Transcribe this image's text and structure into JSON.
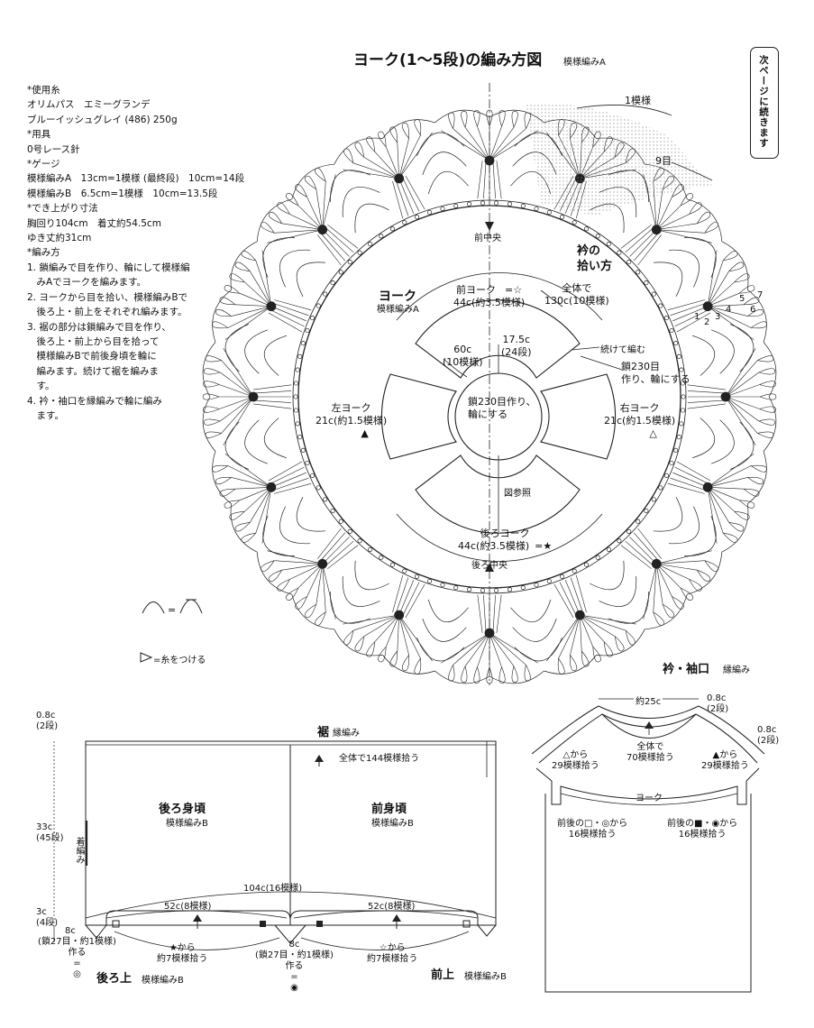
{
  "title": "ヨーク(1〜5段)の編み方図",
  "title_sub": "模様編みA",
  "next_page_note": "次ページに続きます",
  "materials": [
    "*使用糸",
    "オリムパス　エミーグランデ",
    "ブルーイッシュグレイ (486) 250g",
    "*用具",
    "0号レース針",
    "*ゲージ",
    "模様編みA　13cm=1模様 (最終段)　10cm=14段",
    "模様編みB　6.5cm=1模様　10cm=13.5段",
    "*でき上がり寸法",
    "胸回り104cm　着丈約54.5cm",
    "ゆき丈約31cm",
    "*編み方",
    "1. 鎖編みで目を作り、輪にして模様編",
    "　みAでヨークを編みます。",
    "2. ヨークから目を拾い、模様編みBで",
    "　後ろ上・前上をそれぞれ編みます。",
    "3. 裾の部分は鎖編みで目を作り、",
    "　後ろ上・前上から目を拾って",
    "　模様編みBで前後身頃を輪に",
    "　編みます。続けて裾を編みま",
    "　す。",
    "4. 衿・袖口を縁編みで輪に編み",
    "　ます。"
  ],
  "yoke_chart": {
    "repeat_label": "1模様",
    "row9_label": "9目",
    "front_center": "前中央",
    "back_center": "後ろ中央",
    "collar_pickup": [
      "衿の",
      "拾い方"
    ],
    "round_numbers": [
      "1",
      "2",
      "3",
      "4",
      "5",
      "6",
      "7"
    ]
  },
  "yoke_schematic": {
    "title": "ヨーク",
    "subtitle": "模様編みA",
    "front_yoke": [
      "前ヨーク",
      "44c(約3.5模様)"
    ],
    "front_mark": "=☆",
    "total": [
      "全体で",
      "130c(10模様)"
    ],
    "height": [
      "17.5c",
      "(24段)"
    ],
    "width": [
      "60c",
      "(10模様)"
    ],
    "center": [
      "鎖230目作り、",
      "輪にする"
    ],
    "continue": "続けて編む",
    "chain_note": [
      "鎖230目",
      "作り、輪にする"
    ],
    "left_yoke": [
      "左ヨーク",
      "21c(約1.5模様)"
    ],
    "left_mark": "▲",
    "right_yoke": [
      "右ヨーク",
      "21c(約1.5模様)"
    ],
    "right_mark": "△",
    "see_chart": "図参照",
    "back_yoke": [
      "後ろヨーク",
      "44c(約3.5模様)"
    ],
    "back_mark": "=★"
  },
  "legend": {
    "symbol_eq": "=",
    "join_note": "=糸をつける"
  },
  "collar_cuff": {
    "title": "衿・袖口",
    "subtitle": "縁編み"
  },
  "body": {
    "hem_title": "裾",
    "hem_sub": "縁編み",
    "hem_pickup": "全体で144模様拾う",
    "back_title": "後ろ身頃",
    "back_sub": "模様編みB",
    "front_title": "前身頃",
    "front_sub": "模様編みB",
    "hem_depth": [
      "0.8c",
      "(2段)"
    ],
    "height": [
      "33c",
      "(45段)"
    ],
    "side_label": "着編み",
    "bottom_depth": [
      "3c",
      "(4段)"
    ],
    "chest": "104c(16模様)",
    "half_left": "52c(8模様)",
    "half_right": "52c(8模様)",
    "underarm_left": [
      "8c",
      "(鎖27目・約1模様)",
      "作る",
      "="
    ],
    "underarm_left_mark": "◎",
    "pick_back": [
      "★から",
      "約7模様拾う"
    ],
    "underarm_center": [
      "8c",
      "(鎖27目・約1模様)",
      "作る",
      "="
    ],
    "underarm_center_mark": "◉",
    "pick_front": [
      "☆から",
      "約7模様拾う"
    ],
    "back_upper_title": "後ろ上",
    "back_upper_sub": "模様編みB",
    "front_upper_title": "前上",
    "front_upper_sub": "模様編みB"
  },
  "collar_diagram": {
    "neck_width": "約25c",
    "depth_top": [
      "0.8c",
      "(2段)"
    ],
    "depth_right": [
      "0.8c",
      "(2段)"
    ],
    "center_pick": [
      "全体で",
      "70模様拾う"
    ],
    "left_pick": [
      "△から",
      "29模様拾う"
    ],
    "right_pick": [
      "▲から",
      "29模様拾う"
    ],
    "yoke_label": "ヨーク",
    "left_under": [
      "前後の□・◎から",
      "16模様拾う"
    ],
    "right_under": [
      "前後の■・◉から",
      "16模様拾う"
    ]
  }
}
